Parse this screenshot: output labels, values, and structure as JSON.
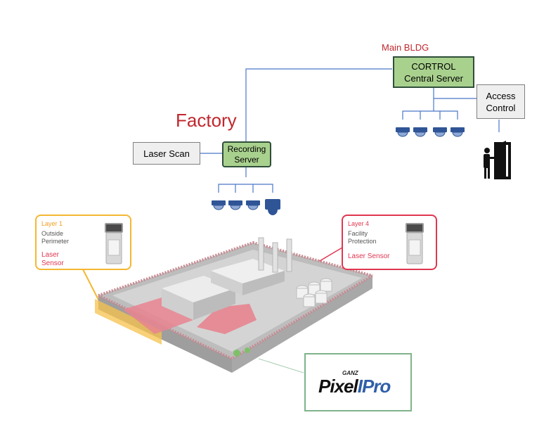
{
  "labels": {
    "main_bldg": "Main BLDG",
    "factory": "Factory",
    "central_server_line1": "CORTROL",
    "central_server_line2": "Central Server",
    "access_control_line1": "Access",
    "access_control_line2": "Control",
    "laser_scan": "Laser Scan",
    "recording_server_line1": "Recording",
    "recording_server_line2": "Server"
  },
  "layer1": {
    "title": "Layer 1",
    "desc_line1": "Outside",
    "desc_line2": "Perimeter",
    "sensor_line1": "Laser",
    "sensor_line2": "Sensor"
  },
  "layer4": {
    "title": "Layer 4",
    "desc_line1": "Facility",
    "desc_line2": "Protection",
    "sensor": "Laser Sensor"
  },
  "brand": {
    "small": "GANZ",
    "name_part1": "Pixel",
    "name_part2": "IPro"
  },
  "colors": {
    "server_green": "#a9d18e",
    "line_blue": "#4472c4",
    "camera_blue": "#2f5597",
    "title_red": "#c0272d",
    "layer1_yellow": "#f5b731",
    "layer4_pink": "#e0364f",
    "brand_green": "#7fb38a"
  }
}
